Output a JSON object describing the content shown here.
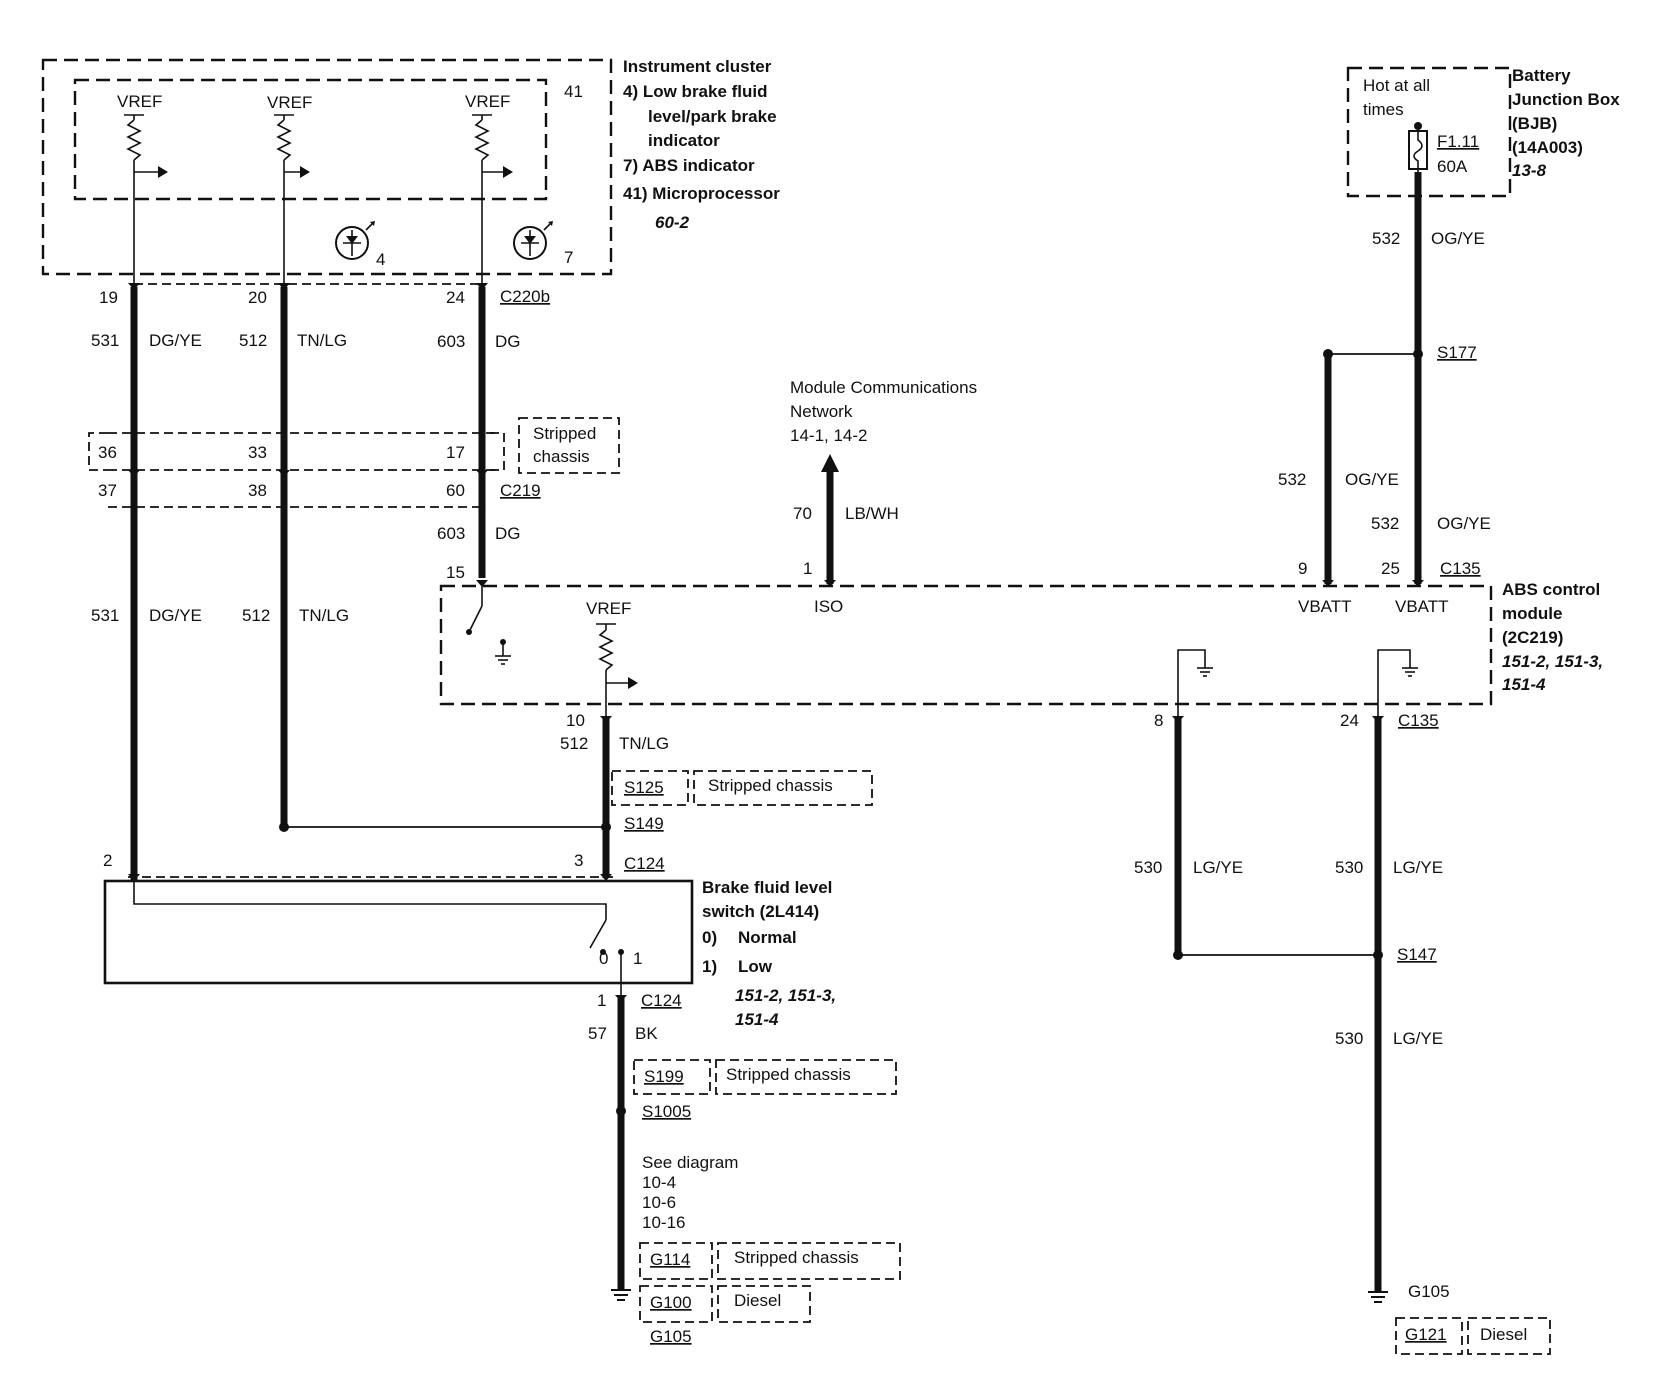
{
  "instrument_cluster": {
    "title": "Instrument cluster",
    "item4": "4) Low brake fluid",
    "item4b": "level/park brake",
    "item4c": "indicator",
    "item7": "7) ABS indicator",
    "item41": "41) Microprocessor",
    "ref": "60-2",
    "pin_41": "41",
    "vref": "VREF",
    "lamp4": "4",
    "lamp7": "7"
  },
  "battery_junction_box": {
    "line1": "Battery",
    "line2": "Junction Box",
    "line3": "(BJB)",
    "line4": "(14A003)",
    "ref": "13-8",
    "hot1": "Hot at all",
    "hot2": "times",
    "fuse": "F1.11",
    "amps": "60A"
  },
  "network": {
    "line1": "Module Communications",
    "line2": "Network",
    "ref": "14-1, 14-2",
    "circuit": "70",
    "color": "LB/WH",
    "pin": "1",
    "iso": "ISO"
  },
  "abs_module": {
    "line1": "ABS control",
    "line2": "module",
    "line3": "(2C219)",
    "ref1": "151-2, 151-3,",
    "ref2": "151-4",
    "vref": "VREF",
    "vbatt": "VBATT",
    "connector": "C135"
  },
  "brake_switch": {
    "line1": "Brake fluid level",
    "line2": "switch (2L414)",
    "state0_num": "0)",
    "state0": "Normal",
    "state1_num": "1)",
    "state1": "Low",
    "ref1": "151-2, 151-3,",
    "ref2": "151-4",
    "pos0": "0",
    "pos1": "1"
  },
  "connectors": {
    "c220b": "C220b",
    "c219": "C219",
    "c135": "C135",
    "c124": "C124"
  },
  "pins": {
    "p19": "19",
    "p20": "20",
    "p24": "24",
    "p36": "36",
    "p33": "33",
    "p17": "17",
    "p37": "37",
    "p38": "38",
    "p60": "60",
    "p15": "15",
    "p10": "10",
    "p2": "2",
    "p3": "3",
    "p1": "1",
    "p9": "9",
    "p25": "25",
    "p8": "8",
    "p24b": "24"
  },
  "circuits": {
    "c531": "531",
    "dgye": "DG/YE",
    "c512": "512",
    "tnlg": "TN/LG",
    "c603": "603",
    "dg": "DG",
    "c532": "532",
    "ogye": "OG/YE",
    "c530": "530",
    "lgye": "LG/YE",
    "c57": "57",
    "bk": "BK"
  },
  "splices": {
    "s177": "S177",
    "s125": "S125",
    "s149": "S149",
    "s147": "S147",
    "s199": "S199",
    "s1005": "S1005"
  },
  "grounds": {
    "g114": "G114",
    "g100": "G100",
    "g105": "G105",
    "g121": "G121"
  },
  "notes": {
    "stripped_chassis": "Stripped chassis",
    "stripped": "Stripped",
    "chassis": "chassis",
    "diesel": "Diesel",
    "see_diagram": "See diagram",
    "d1": "10-4",
    "d2": "10-6",
    "d3": "10-16"
  }
}
